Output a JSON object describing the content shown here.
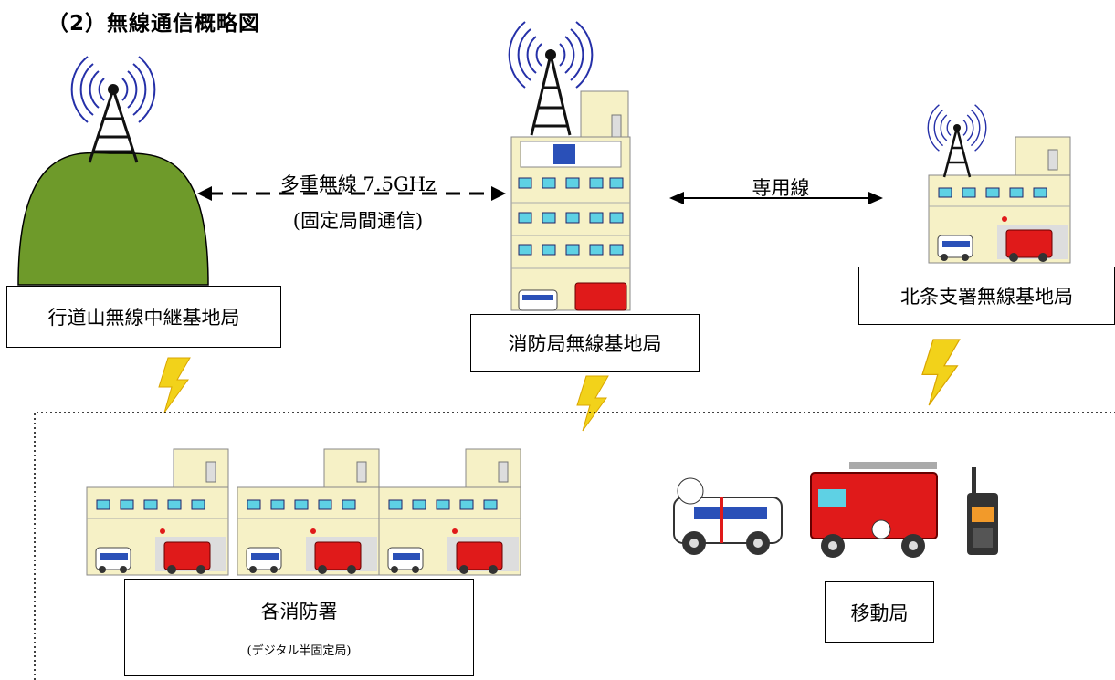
{
  "title": "（2）無線通信概略図",
  "nodes": {
    "relay": "行道山無線中継基地局",
    "hq": "消防局無線基地局",
    "branch": "北条支署無線基地局",
    "stations": "各消防署",
    "stations_sub": "(デジタル半固定局)",
    "mobile": "移動局"
  },
  "links": {
    "multiplex": "多重無線 7.5GHz",
    "multiplex_sub": "(固定局間通信)",
    "leased": "専用線"
  },
  "colors": {
    "hill": "#6e9a2a",
    "building": "#f6f1c6",
    "window": "#5ed1e4",
    "wave": "#2530a8",
    "bolt": "#f2d21a",
    "truck": "#e01a1a"
  }
}
